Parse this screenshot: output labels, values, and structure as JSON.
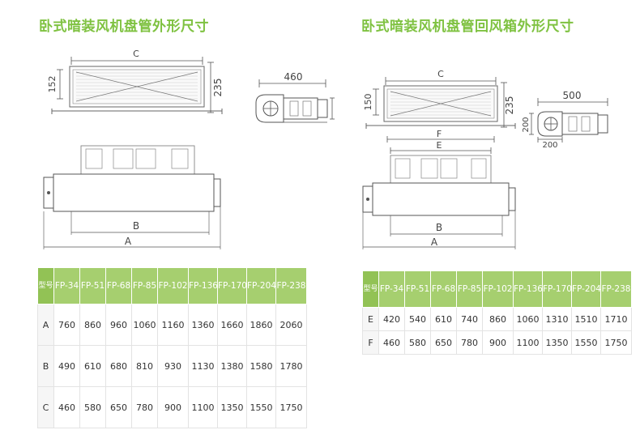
{
  "left": {
    "title": "卧式暗装风机盘管外形尺寸",
    "dims": {
      "C": "C",
      "h152": "152",
      "h235": "235",
      "w460": "460",
      "B": "B",
      "A": "A"
    },
    "table": {
      "corner": "型号",
      "models": [
        "FP-34",
        "FP-51",
        "FP-68",
        "FP-85",
        "FP-102",
        "FP-136",
        "FP-170",
        "FP-204",
        "FP-238"
      ],
      "rows": [
        {
          "label": "A",
          "values": [
            "760",
            "860",
            "960",
            "1060",
            "1160",
            "1360",
            "1660",
            "1860",
            "2060"
          ]
        },
        {
          "label": "B",
          "values": [
            "490",
            "610",
            "680",
            "810",
            "930",
            "1130",
            "1380",
            "1580",
            "1780"
          ]
        },
        {
          "label": "C",
          "values": [
            "460",
            "580",
            "650",
            "780",
            "900",
            "1100",
            "1350",
            "1550",
            "1750"
          ]
        }
      ]
    }
  },
  "right": {
    "title": "卧式暗装风机盘管回风箱外形尺寸",
    "dims": {
      "C": "C",
      "h150": "150",
      "h235": "235",
      "w500": "500",
      "h200a": "200",
      "h200b": "200",
      "F": "F",
      "E": "E",
      "B": "B",
      "A": "A"
    },
    "table": {
      "corner": "型号",
      "models": [
        "FP-34",
        "FP-51",
        "FP-68",
        "FP-85",
        "FP-102",
        "FP-136",
        "FP-170",
        "FP-204",
        "FP-238"
      ],
      "rows": [
        {
          "label": "E",
          "values": [
            "420",
            "540",
            "610",
            "740",
            "860",
            "1060",
            "1310",
            "1510",
            "1710"
          ]
        },
        {
          "label": "F",
          "values": [
            "460",
            "580",
            "650",
            "780",
            "900",
            "1100",
            "1350",
            "1550",
            "1750"
          ]
        }
      ]
    }
  }
}
